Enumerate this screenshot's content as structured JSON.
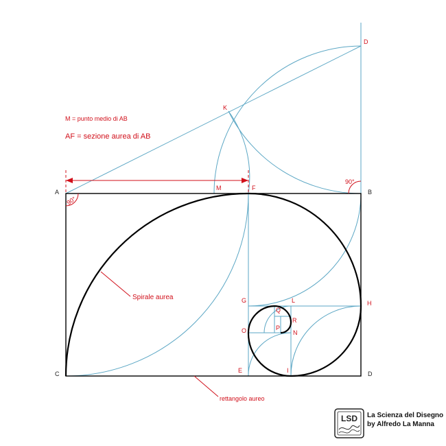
{
  "labels": {
    "A": "A",
    "B": "B",
    "C": "C",
    "D_right": "D",
    "D_top": "D",
    "E": "E",
    "F": "F",
    "G": "G",
    "H": "H",
    "I": "I",
    "K": "K",
    "L": "L",
    "M": "M",
    "N": "N",
    "O": "O",
    "P": "P",
    "Q": "Q",
    "R": "R"
  },
  "angles": {
    "left": "90°",
    "right": "90°"
  },
  "notes": {
    "midpoint": "M = punto medio di AB",
    "section": "AF = sezione aurea di AB",
    "spiral": "Spirale aurea",
    "rectangle": "rettangolo aureo"
  },
  "credit": {
    "logo_text": "LSD",
    "line1": "La Scienza del Disegno",
    "line2": "by Alfredo La Manna"
  },
  "colors": {
    "construction": "#5aa6c4",
    "annotation": "#d10f1a",
    "outline": "#000000"
  }
}
